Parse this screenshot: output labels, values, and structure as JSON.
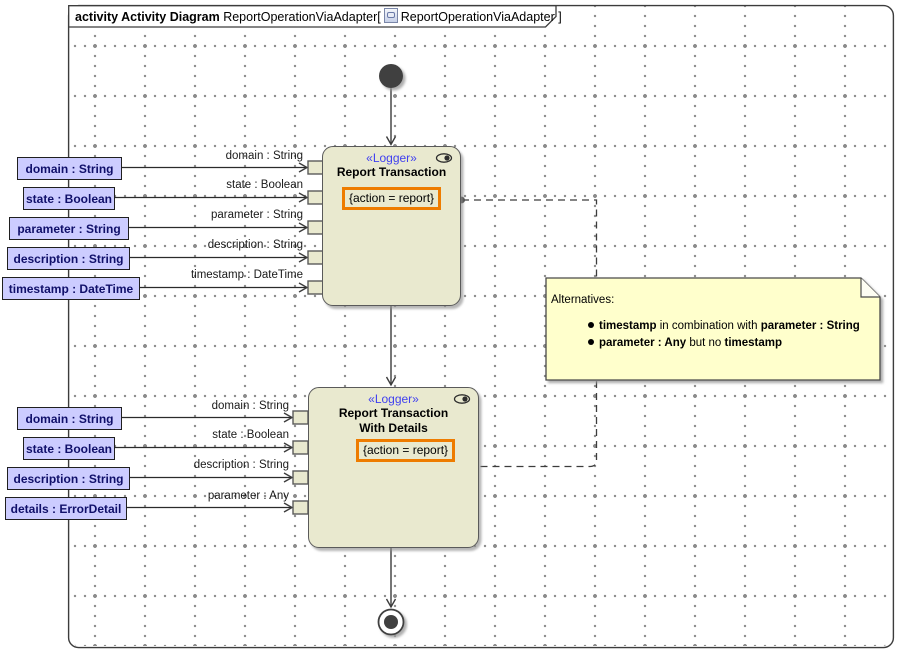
{
  "frame": {
    "header": {
      "keyword": "activity Activity Diagram",
      "name": " ReportOperationViaAdapter[",
      "ref": "ReportOperationViaAdapter ]"
    }
  },
  "parameters_top": [
    "domain : String",
    "state : Boolean",
    "parameter : String",
    "description : String",
    "timestamp : DateTime"
  ],
  "parameters_bottom": [
    "domain : String",
    "state : Boolean",
    "description : String",
    "details : ErrorDetail"
  ],
  "actions": [
    {
      "stereotype": "«Logger»",
      "name_line1": "Report Transaction",
      "constraint": "{action = report}",
      "pins": [
        "domain : String",
        "state : Boolean",
        "parameter : String",
        "description : String",
        "timestamp : DateTime"
      ]
    },
    {
      "stereotype": "«Logger»",
      "name_line1": "Report Transaction",
      "name_line2": "With Details",
      "constraint": "{action = report}",
      "pins": [
        "domain : String",
        "state : Boolean",
        "description : String",
        "parameter : Any"
      ]
    }
  ],
  "note": {
    "title": "Alternatives:",
    "bullets": [
      {
        "bold1": "timestamp",
        "mid": " in combination with ",
        "bold2": " parameter : String"
      },
      {
        "bold1": "parameter : Any",
        "mid": " but no ",
        "bold2": "timestamp"
      }
    ]
  },
  "colors": {
    "action_fill": "#E9E9CF",
    "parameter_fill": "#CCCCFF",
    "parameter_text": "#10106A",
    "note_fill": "#FFFFCC",
    "stereotype_text": "#4040F0",
    "highlight_border": "#EE7C00",
    "edge": "#3C3C3C",
    "grid_dot": "#8C8C8C"
  }
}
